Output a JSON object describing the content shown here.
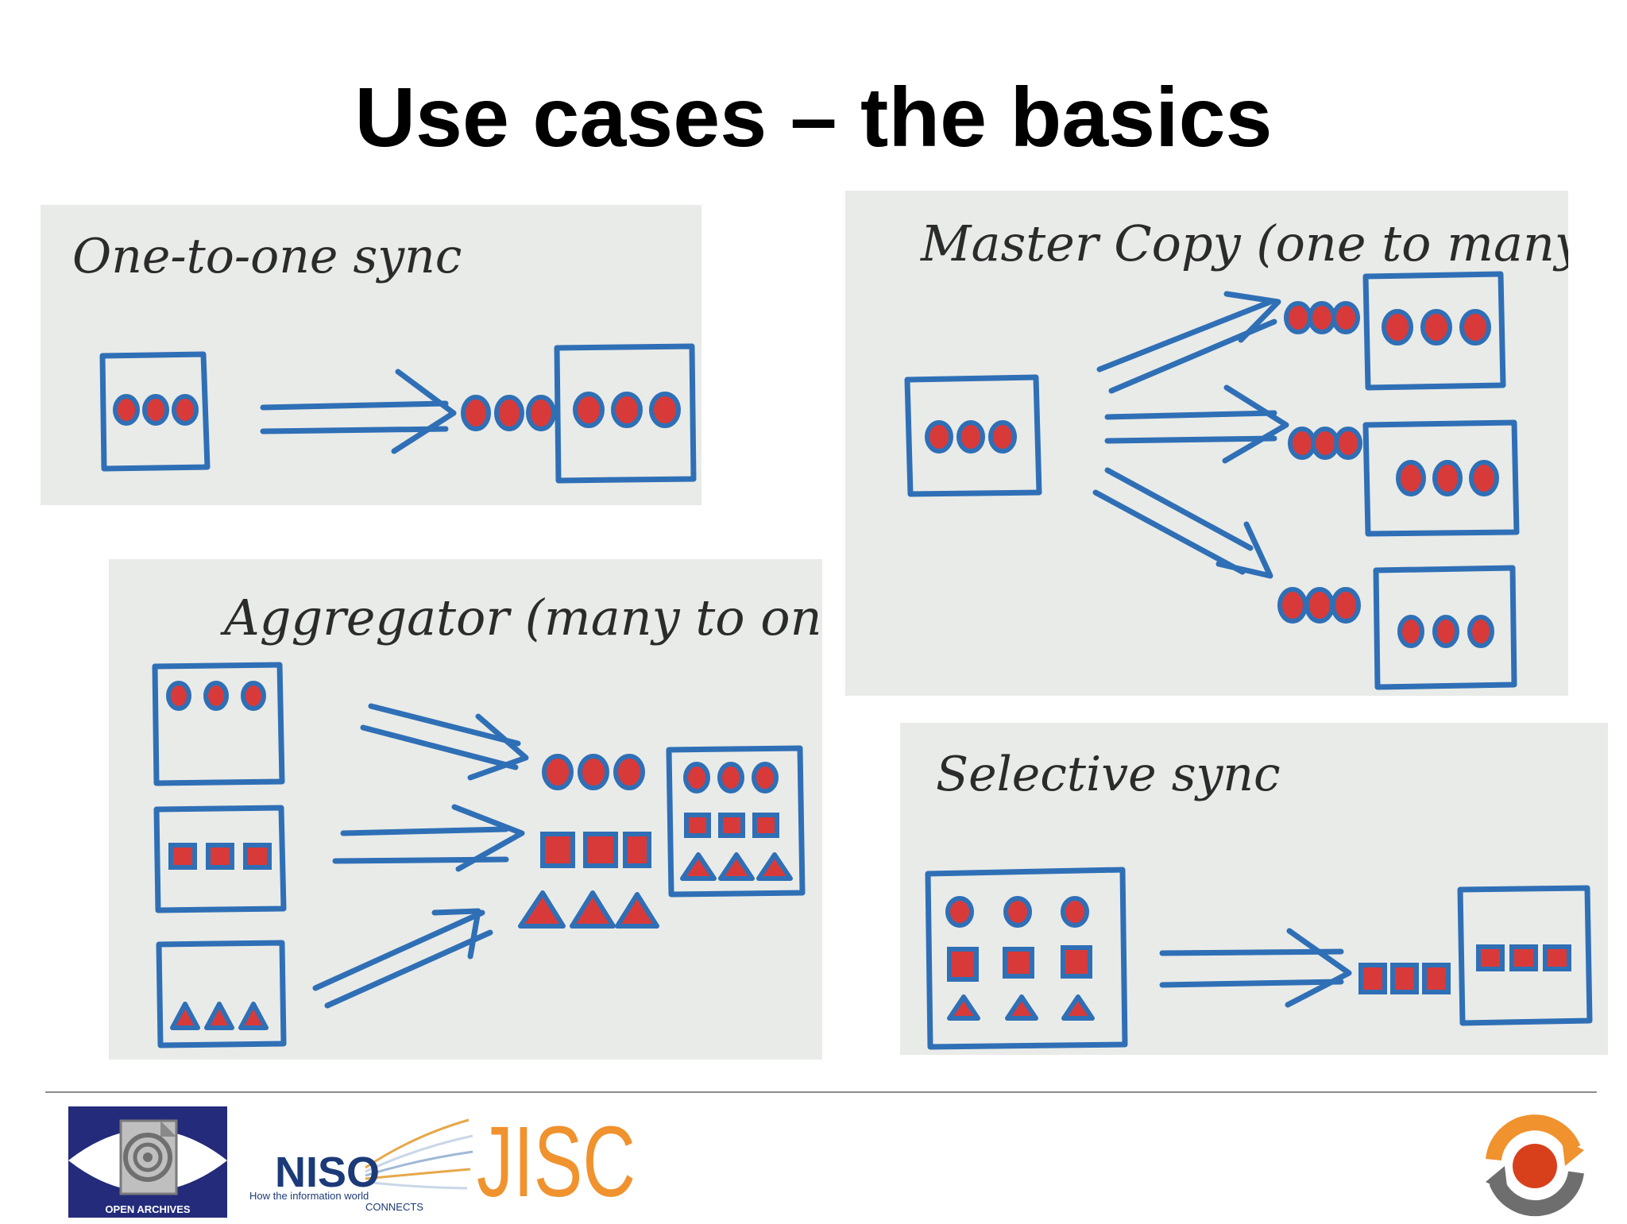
{
  "slide": {
    "title": "Use cases – the basics"
  },
  "panels": {
    "one_to_one": {
      "label": "One-to-one sync"
    },
    "master_copy": {
      "label": "Master Copy (one to many)"
    },
    "aggregator": {
      "label": "Aggregator (many to one)"
    },
    "selective": {
      "label": "Selective sync"
    }
  },
  "footer": {
    "open_archives_caption": "OPEN ARCHIVES",
    "niso_name": "NISO",
    "niso_tagline_1": "How the information world",
    "niso_tagline_2": "CONNECTS",
    "jisc_name": "JISC"
  },
  "colors": {
    "marker_blue": "#2f6fb6",
    "marker_red": "#d83a3a",
    "panel_bg": "#e9ebe8",
    "jisc_orange": "#f0922e"
  }
}
